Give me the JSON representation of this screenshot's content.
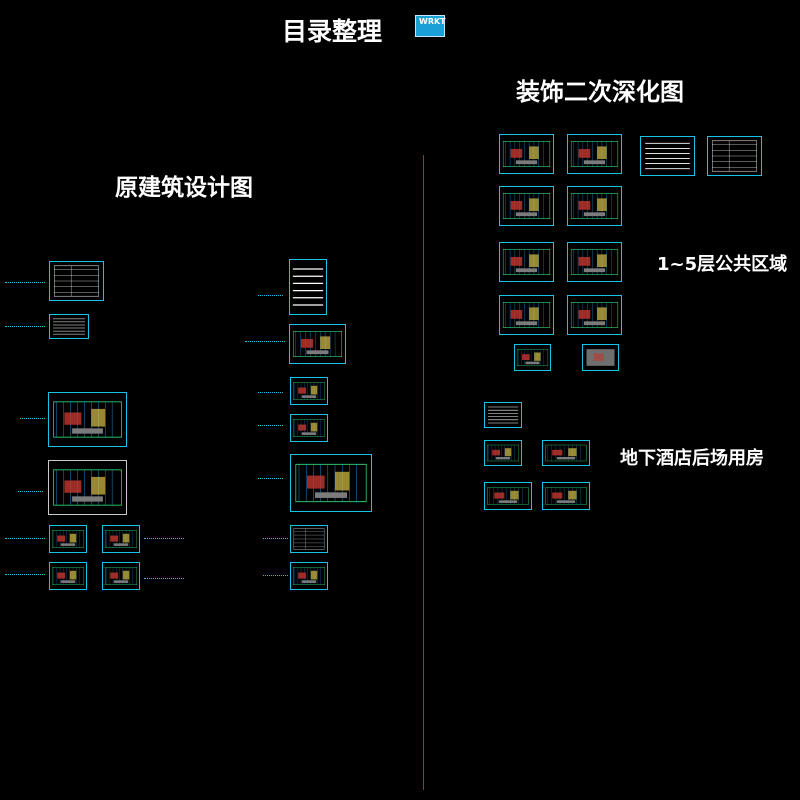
{
  "titles": {
    "main": "目录整理",
    "left": "原建筑设计图",
    "right": "装饰二次深化图",
    "floors": "1~5层公共区域",
    "basement": "地下酒店后场用房"
  },
  "logo_text": "WRKT",
  "colors": {
    "background": "#000000",
    "frame": "#19c3e8",
    "divider": "#c0242a",
    "text": "#ffffff"
  }
}
